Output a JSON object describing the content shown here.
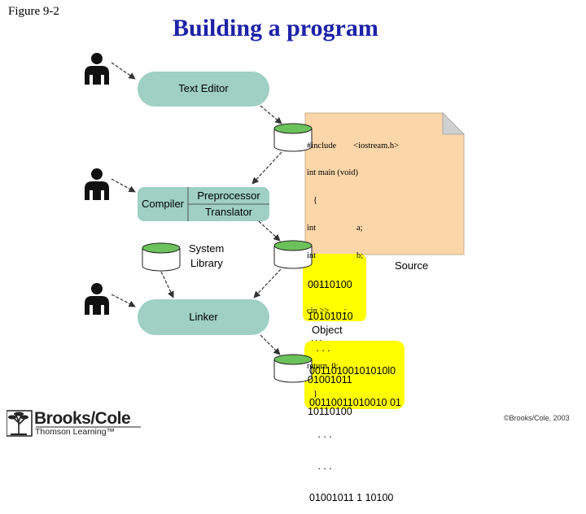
{
  "figure_label": "Figure 9-2",
  "title": "Building  a program",
  "stages": {
    "text_editor": "Text Editor",
    "compiler": "Compiler",
    "preprocessor": "Preprocessor",
    "translator": "Translator",
    "linker": "Linker"
  },
  "system_library": {
    "line1": "System",
    "line2": "Library"
  },
  "source": {
    "label": "Source",
    "lines": [
      "#include        <iostream.h>",
      "int main (void)",
      "   {",
      "int                   a;",
      "int                   b;",
      "  . . .",
      "cin >> . . . ;",
      "  . . .",
      "return  0;",
      "   }"
    ]
  },
  "object": {
    "label": "Object",
    "lines": [
      "00110100",
      "10101010",
      "   . . .",
      "01001011",
      "10110100"
    ]
  },
  "executable": {
    "lines": [
      "00110100101010l0",
      "00110011010010 01",
      "   . . .",
      "   . . .",
      "01001011 1 10100"
    ]
  },
  "publisher": {
    "name": "Brooks/Cole",
    "subtitle": "Thomson Learning™"
  },
  "copyright": "©Brooks/Cole, 2003",
  "colors": {
    "stage_fill": "#9fd0c3",
    "disk_green": "#6cc25a",
    "source_paper": "#fbd6a8",
    "binary_yellow": "#ffff00",
    "title_blue": "#1e22a8"
  }
}
